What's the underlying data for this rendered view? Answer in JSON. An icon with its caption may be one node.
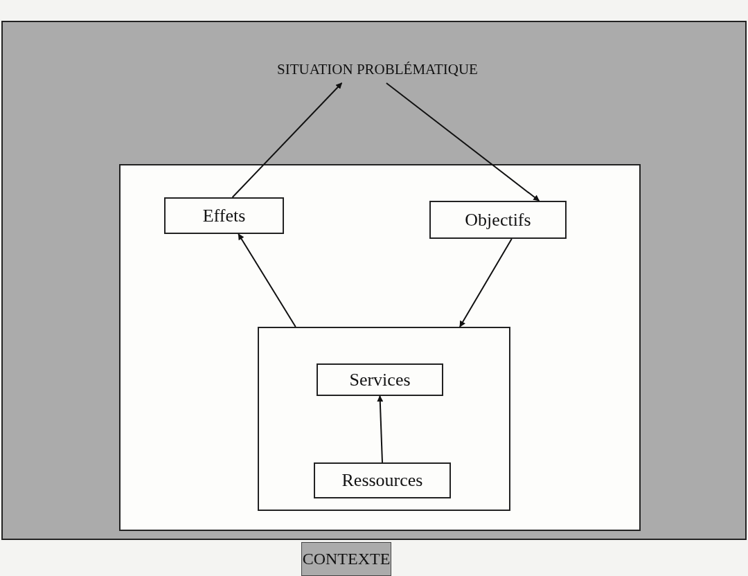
{
  "diagram": {
    "nodes": [
      {
        "text": [
          "CONTEXTE"
        ]
      },
      {
        "text": [
          "SITUATION PROBLÉMATIQUE"
        ],
        "in": 0
      },
      {
        "text": [],
        "shape": "box",
        "in": 0
      },
      {
        "text": [
          "Effets"
        ],
        "in": 2
      },
      {
        "text": [
          "Objectifs"
        ],
        "in": 2
      },
      {
        "text": [],
        "shape": "box",
        "in": 2
      },
      {
        "text": [
          "Services"
        ],
        "in": 5
      },
      {
        "text": [
          "Ressources"
        ],
        "in": 5
      }
    ],
    "edges": [
      {
        "from": 3,
        "to": 1,
        "arrow": "to"
      },
      {
        "from": 1,
        "to": 4,
        "arrow": "to"
      },
      {
        "from": 4,
        "to": 5,
        "arrow": "to"
      },
      {
        "from": 5,
        "to": 3,
        "arrow": "to"
      },
      {
        "from": 7,
        "to": 6,
        "arrow": "to"
      }
    ]
  }
}
